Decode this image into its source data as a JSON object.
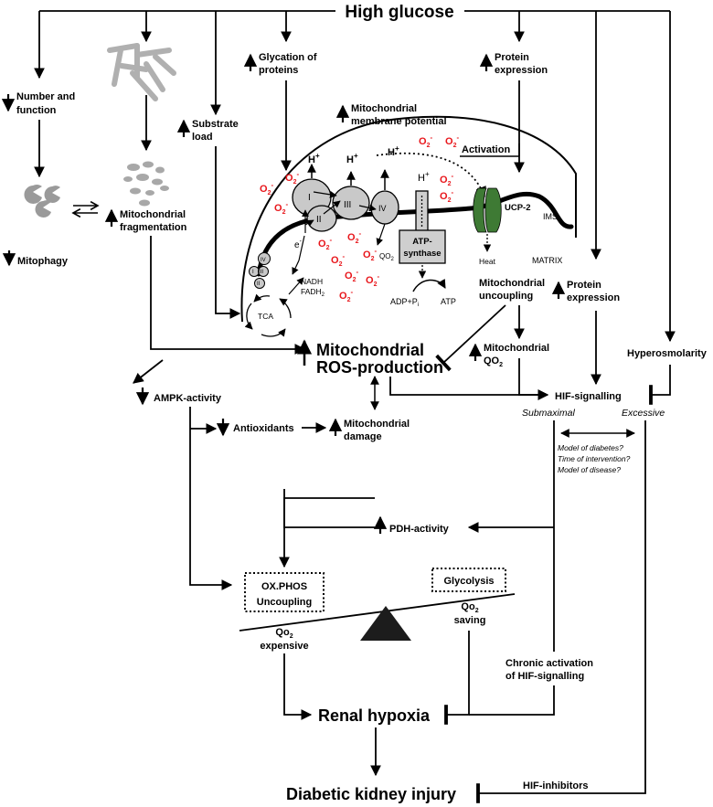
{
  "title": "High glucose",
  "branches": {
    "number_function_1": "Number and",
    "number_function_2": "function",
    "mitophagy": "Mitophagy",
    "mito_fragmentation_1": "Mitochondrial",
    "mito_fragmentation_2": "fragmentation",
    "substrate_load_1": "Substrate",
    "substrate_load_2": "load",
    "glycation_1": "Glycation of",
    "glycation_2": "proteins",
    "protein_expression_top_1": "Protein",
    "protein_expression_top_2": "expression",
    "membrane_potential_1": "Mitochondrial",
    "membrane_potential_2": "membrane potential",
    "activation": "Activation",
    "protein_expression_right_1": "Protein",
    "protein_expression_right_2": "expression",
    "hyperosmolarity": "Hyperosmolarity"
  },
  "mitochondrion": {
    "proton": "H",
    "proton_sup": "+",
    "superoxide": "O",
    "superoxide_sub": "2",
    "superoxide_sup": "-",
    "complex_1": "I",
    "complex_2": "II",
    "complex_3": "III",
    "complex_4": "IV",
    "electron": "e",
    "electron_sup": "-",
    "qo2": "QO",
    "qo2_sub": "2",
    "atp_synthase_1": "ATP-",
    "atp_synthase_2": "synthase",
    "adp": "ADP+P",
    "adp_sub": "i",
    "atp": "ATP",
    "ucp2": "UCP-2",
    "ims": "IMS",
    "matrix": "MATRIX",
    "heat": "Heat",
    "nadh": "NADH",
    "fadh": "FADH",
    "fadh_sub": "2",
    "tca": "TCA"
  },
  "middle": {
    "uncoupling_1": "Mitochondrial",
    "uncoupling_2": "uncoupling",
    "ros_1": "Mitochondrial",
    "ros_2": "ROS-production",
    "mito_qo2_1": "Mitochondrial",
    "mito_qo2_2": "QO",
    "mito_qo2_sub": "2",
    "hif_signalling": "HIF-signalling",
    "submaximal": "Submaximal",
    "excessive": "Excessive",
    "question_1": "Model of diabetes?",
    "question_2": "Time of intervention?",
    "question_3": "Model of disease?",
    "ampk": "AMPK-activity",
    "antioxidants": "Antioxidants",
    "damage_1": "Mitochondrial",
    "damage_2": "damage"
  },
  "lower": {
    "pdh": "PDH-activity",
    "oxphos_1": "OX.PHOS",
    "oxphos_2": "Uncoupling",
    "glycolysis": "Glycolysis",
    "qo2_expensive_1": "Qo",
    "qo2_expensive_sub": "2",
    "qo2_expensive_2": "expensive",
    "qo2_saving_1": "Qo",
    "qo2_saving_sub": "2",
    "qo2_saving_2": "saving",
    "chronic_1": "Chronic activation",
    "chronic_2": "of HIF-signalling",
    "renal_hypoxia": "Renal hypoxia",
    "hif_inhibitors": "HIF-inhibitors",
    "dki": "Diabetic kidney injury"
  },
  "colors": {
    "ros": "#e8161b",
    "ucp2": "#3e7a34",
    "complex_fill": "#c9c9c9",
    "atp_fill": "#cfcfcf",
    "balance": "#1c1c1c"
  }
}
